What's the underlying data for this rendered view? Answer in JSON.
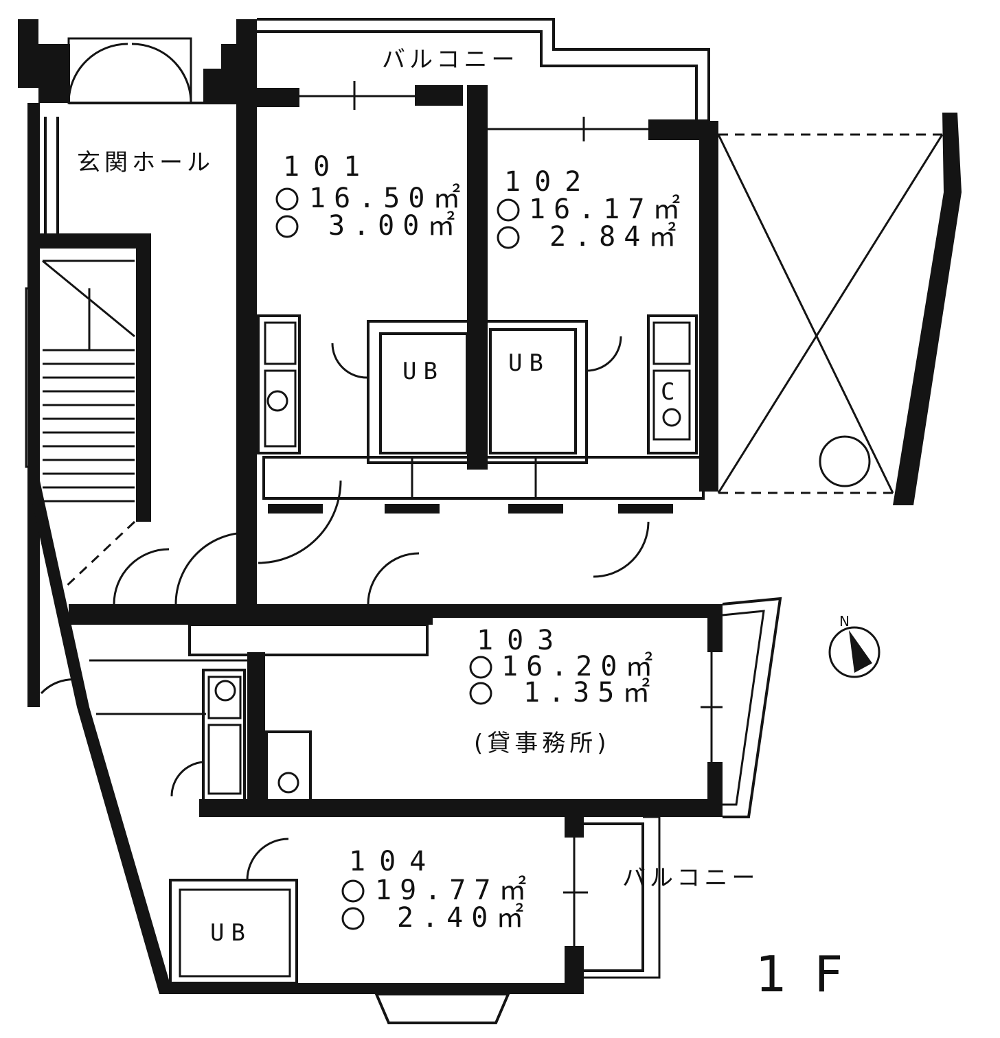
{
  "plan": {
    "floor_label": "1F",
    "entrance_hall": "玄関ホール",
    "balcony_top": "バルコニー",
    "balcony_bottom": "バルコニー",
    "ub_label": "UB",
    "c_label": "C",
    "north_label": "N",
    "rooms": [
      {
        "number": "101",
        "area_main": "16.50㎡",
        "area_sub": "3.00㎡"
      },
      {
        "number": "102",
        "area_main": "16.17㎡",
        "area_sub": "2.84㎡"
      },
      {
        "number": "103",
        "area_main": "16.20㎡",
        "area_sub": "1.35㎡",
        "note": "(貸事務所)"
      },
      {
        "number": "104",
        "area_main": "19.77㎡",
        "area_sub": "2.40㎡"
      }
    ],
    "icons": {
      "area_main_icon": "main-area-marker-icon",
      "area_sub_icon": "sub-area-marker-icon",
      "compass_icon": "north-arrow-icon",
      "washer_icon": "washing-machine-icon",
      "door_icon": "door-swing-icon"
    }
  }
}
